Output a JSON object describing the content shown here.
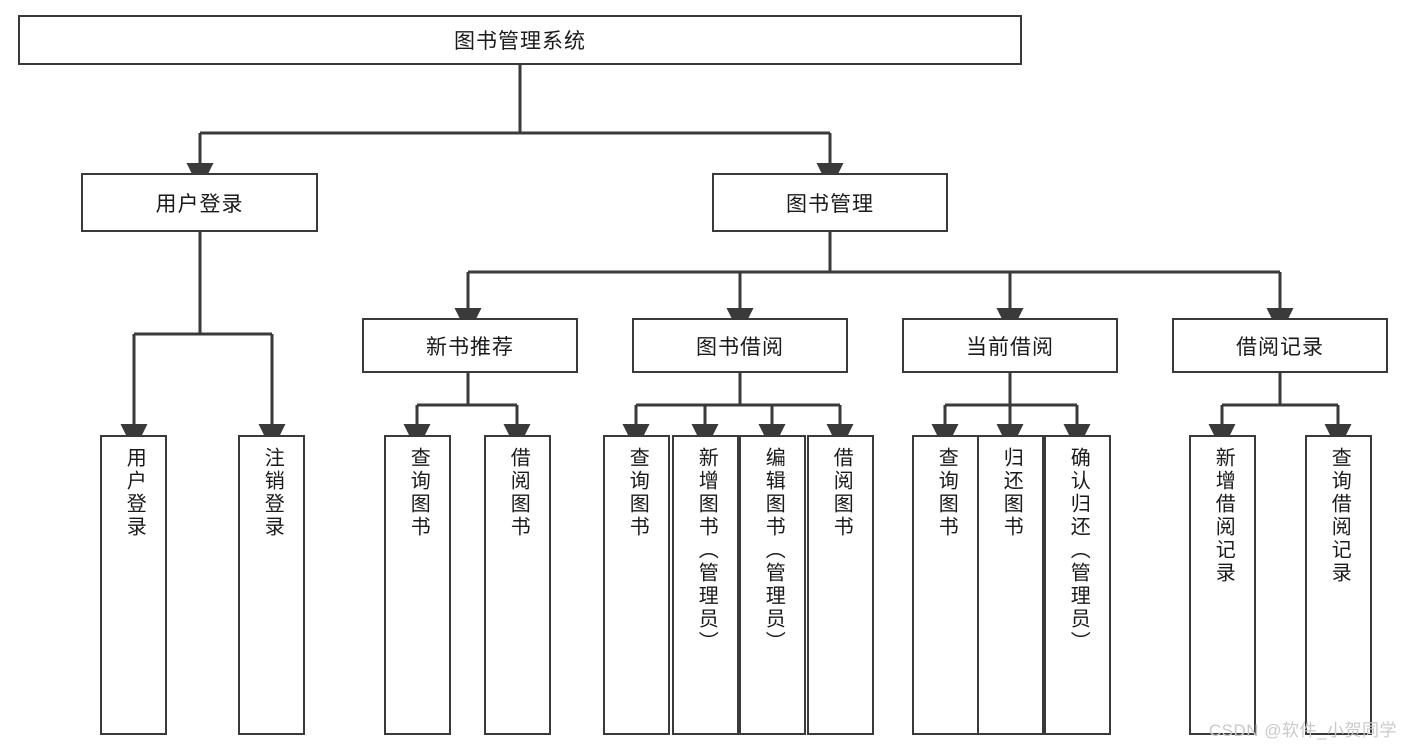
{
  "diagram": {
    "title": "图书管理系统",
    "type": "function-structure-tree",
    "watermark": "CSDN @软件_小贺同学",
    "colors": {
      "box_border": "#3a3a3a",
      "box_fill": "#ffffff",
      "edge": "#3a3a3a",
      "text": "#1a1a1a",
      "watermark": "#c9c9c9",
      "background": "#ffffff"
    },
    "root": {
      "label": "图书管理系统"
    },
    "level2": [
      {
        "label": "用户登录"
      },
      {
        "label": "图书管理"
      }
    ],
    "level3": [
      {
        "label": "新书推荐"
      },
      {
        "label": "图书借阅"
      },
      {
        "label": "当前借阅"
      },
      {
        "label": "借阅记录"
      }
    ],
    "leaves": {
      "user_login": [
        {
          "label": "用户登录"
        },
        {
          "label": "注销登录"
        }
      ],
      "new_book": [
        {
          "label": "查询图书"
        },
        {
          "label": "借阅图书"
        }
      ],
      "book_borrow": [
        {
          "label": "查询图书"
        },
        {
          "label": "新增图书（管理员）"
        },
        {
          "label": "编辑图书（管理员）"
        },
        {
          "label": "借阅图书"
        }
      ],
      "current_borrow": [
        {
          "label": "查询图书"
        },
        {
          "label": "归还图书"
        },
        {
          "label": "确认归还（管理员）"
        }
      ],
      "borrow_record": [
        {
          "label": "新增借阅记录"
        },
        {
          "label": "查询借阅记录"
        }
      ]
    }
  }
}
